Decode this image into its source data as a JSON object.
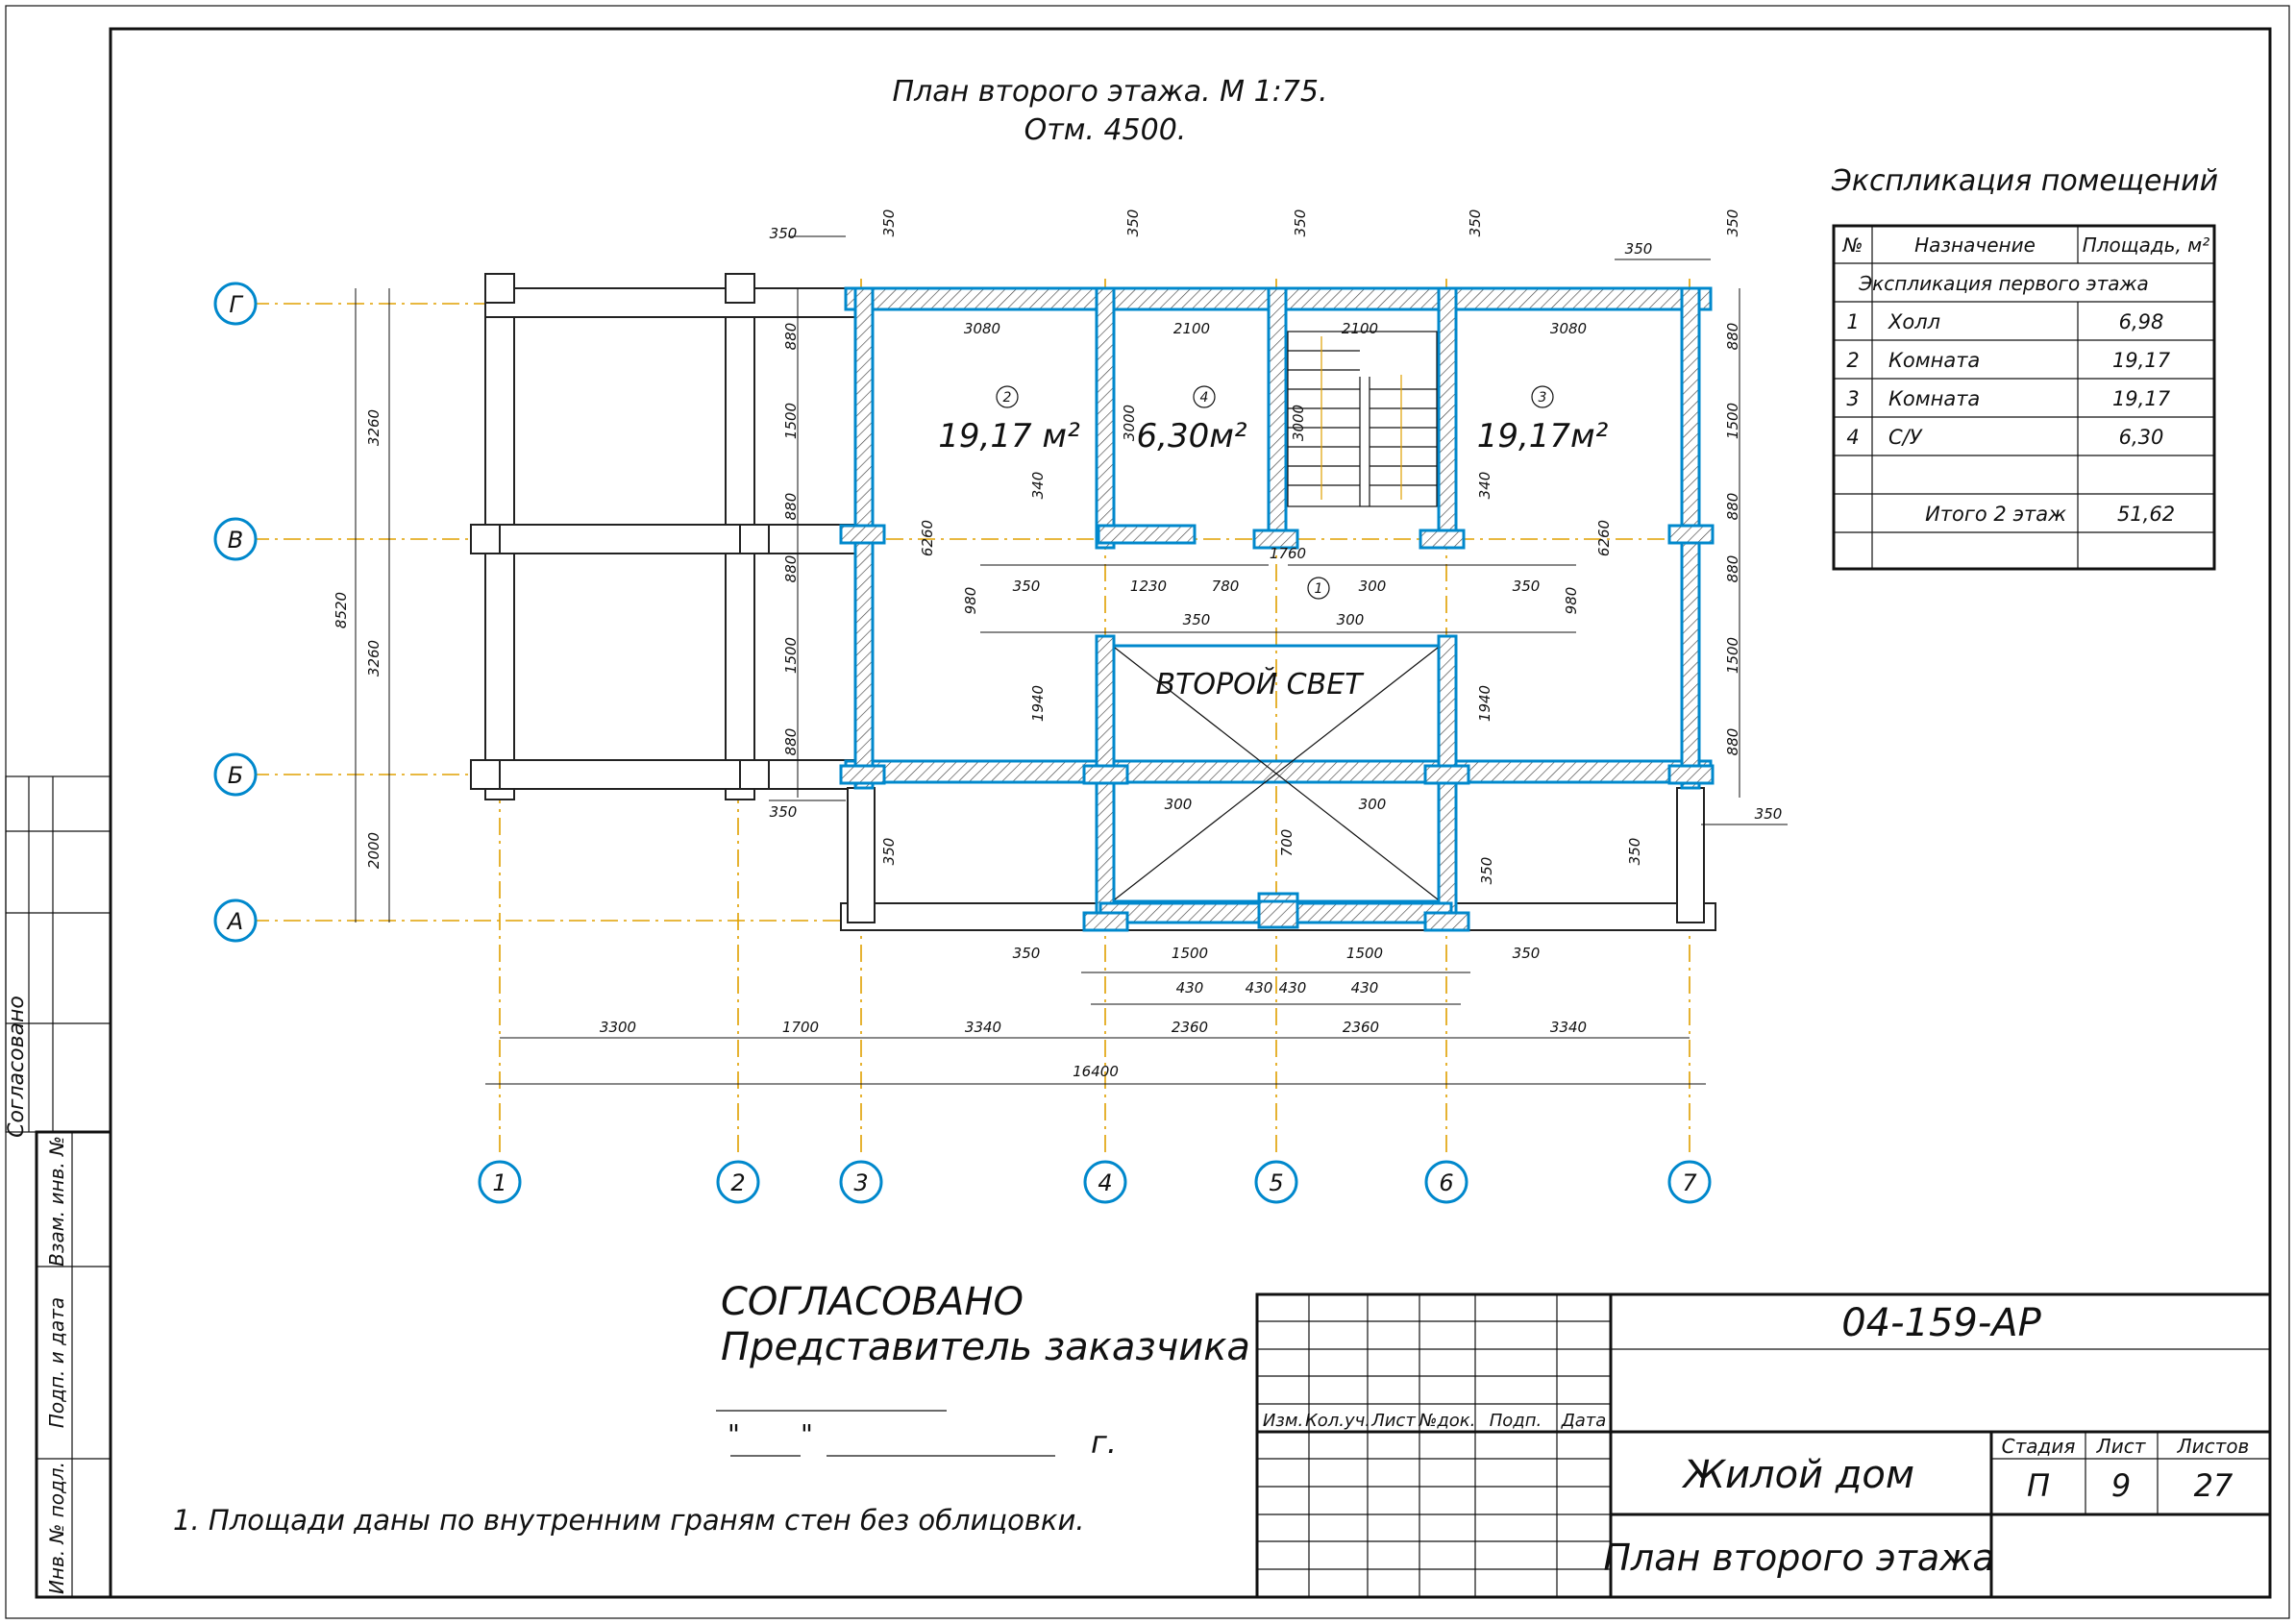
{
  "drawing": {
    "title_line1": "План второго этажа. М 1:75.",
    "title_line2": "Отм. 4500.",
    "room_labels": {
      "r2_num": "2",
      "r2_area": "19,17 м²",
      "r4_num": "4",
      "r4_area": "6,30м²",
      "r3_num": "3",
      "r3_area": "19,17м²",
      "r1_num": "1",
      "void": "ВТОРОЙ СВЕТ"
    },
    "axes_letters": [
      "Г",
      "В",
      "Б",
      "А"
    ],
    "axes_numbers": [
      "1",
      "2",
      "3",
      "4",
      "5",
      "6",
      "7"
    ],
    "dims": {
      "d350": "350",
      "d880": "880",
      "d1500": "1500",
      "d3260": "3260",
      "d8520": "8520",
      "d2000": "2000",
      "d3080": "3080",
      "d2100": "2100",
      "d3000": "3000",
      "d6260": "6260",
      "d340": "340",
      "d980": "980",
      "d1230": "1230",
      "d780": "780",
      "d1760": "1760",
      "d300": "300",
      "d1940": "1940",
      "d700": "700",
      "d430": "430",
      "d3300": "3300",
      "d1700": "1700",
      "d3340": "3340",
      "d2360": "2360",
      "d16400": "16400"
    }
  },
  "explication": {
    "title": "Экспликация помещений",
    "headers": [
      "№",
      "Назначение",
      "Площадь, м²"
    ],
    "subheader": "Экспликация первого этажа",
    "rows": [
      {
        "num": "1",
        "name": "Холл",
        "area": "6,98"
      },
      {
        "num": "2",
        "name": "Комната",
        "area": "19,17"
      },
      {
        "num": "3",
        "name": "Комната",
        "area": "19,17"
      },
      {
        "num": "4",
        "name": "С/У",
        "area": "6,30"
      }
    ],
    "total_label": "Итого 2 этаж",
    "total_value": "51,62"
  },
  "approval": {
    "line1": "СОГЛАСОВАНО",
    "line2": "Представитель заказчика",
    "date_quote1": "\"",
    "date_quote2": "\"",
    "year_suffix": "г."
  },
  "note": "1. Площади даны по внутренним граням стен без облицовки.",
  "side_stamp": {
    "agreed": "Согласовано",
    "vzam": "Взам. инв. №",
    "podp": "Подп. и дата",
    "inv": "Инв. № подл."
  },
  "title_block": {
    "code": "04-159-АР",
    "object": "Жилой дом",
    "sheet_name": "План второго этажа",
    "col_headers": [
      "Изм.",
      "Кол.уч.",
      "Лист",
      "№док.",
      "Подп.",
      "Дата"
    ],
    "stage_label": "Стадия",
    "sheet_label": "Лист",
    "sheets_label": "Листов",
    "stage": "П",
    "sheet": "9",
    "sheets": "27"
  }
}
